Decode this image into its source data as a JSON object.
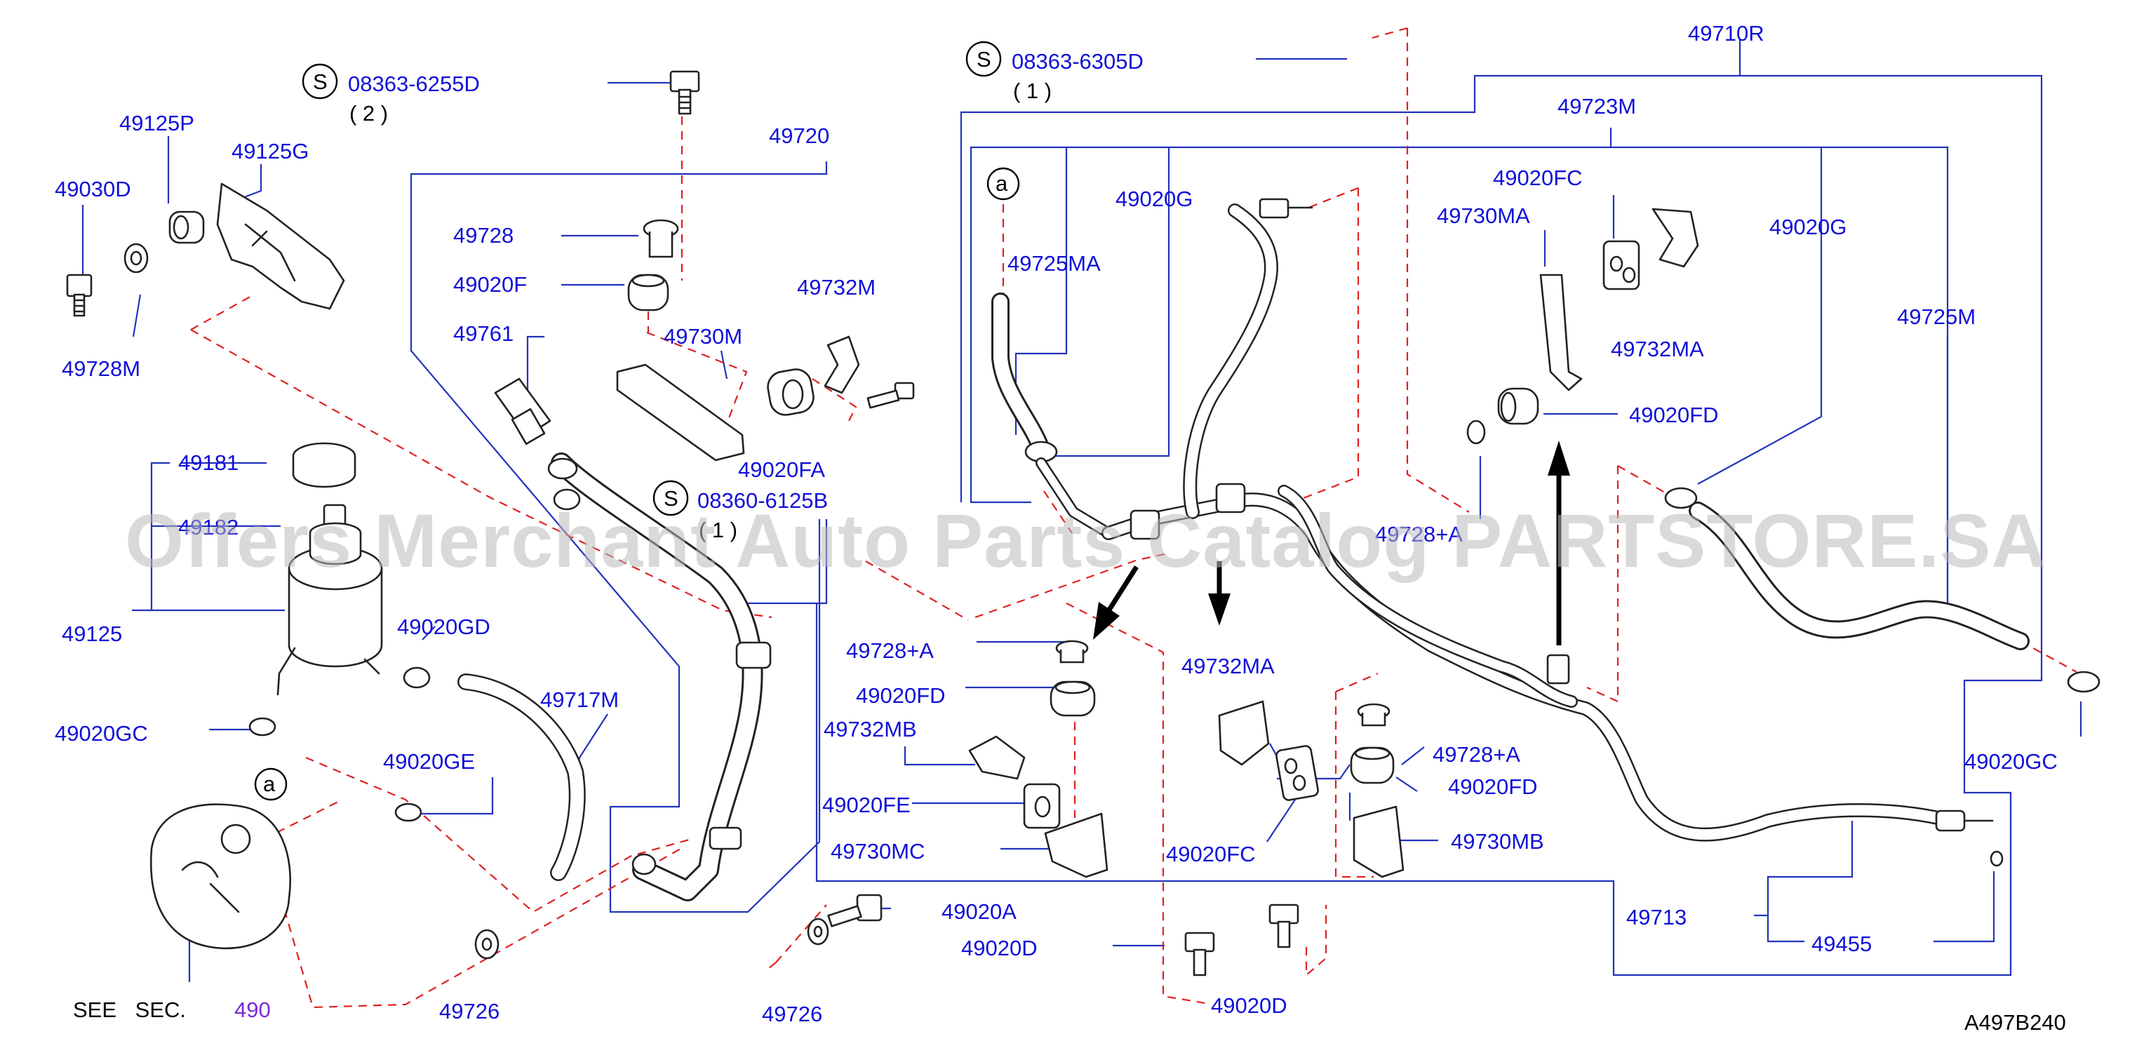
{
  "watermark": "Offers Merchant Auto Parts Catalog PARTSTORE.SA",
  "figure_id": "A497B240",
  "see_section": {
    "text": "SEE SEC.",
    "number": "490"
  },
  "standard_parts": [
    {
      "symbol": "S",
      "code": "08363-6255D",
      "qty": "( 2 )"
    },
    {
      "symbol": "S",
      "code": "08363-6305D",
      "qty": "( 1 )"
    },
    {
      "symbol": "S",
      "code": "08360-6125B",
      "qty": "( 1 )"
    }
  ],
  "reference_markers": [
    "a",
    "a"
  ],
  "labels": [
    "49125P",
    "49125G",
    "49030D",
    "49728M",
    "49181",
    "49182",
    "49125",
    "49020GD",
    "49020GC",
    "49020GE",
    "49717M",
    "49726",
    "49720",
    "49728",
    "49020F",
    "49761",
    "49730M",
    "49732M",
    "49020FA",
    "49728+A",
    "49020FD",
    "49732MB",
    "49020FE",
    "49730MC",
    "49020A",
    "49020D",
    "49726",
    "49020G",
    "49725MA",
    "49732MA",
    "49020FC",
    "49020D",
    "49710R",
    "49723M",
    "49020FC",
    "49730MA",
    "49732MA",
    "49020FD",
    "49020G",
    "49725M",
    "49728+A",
    "49728+A",
    "49020FD",
    "49730MB",
    "49020GC",
    "49713",
    "49455"
  ]
}
